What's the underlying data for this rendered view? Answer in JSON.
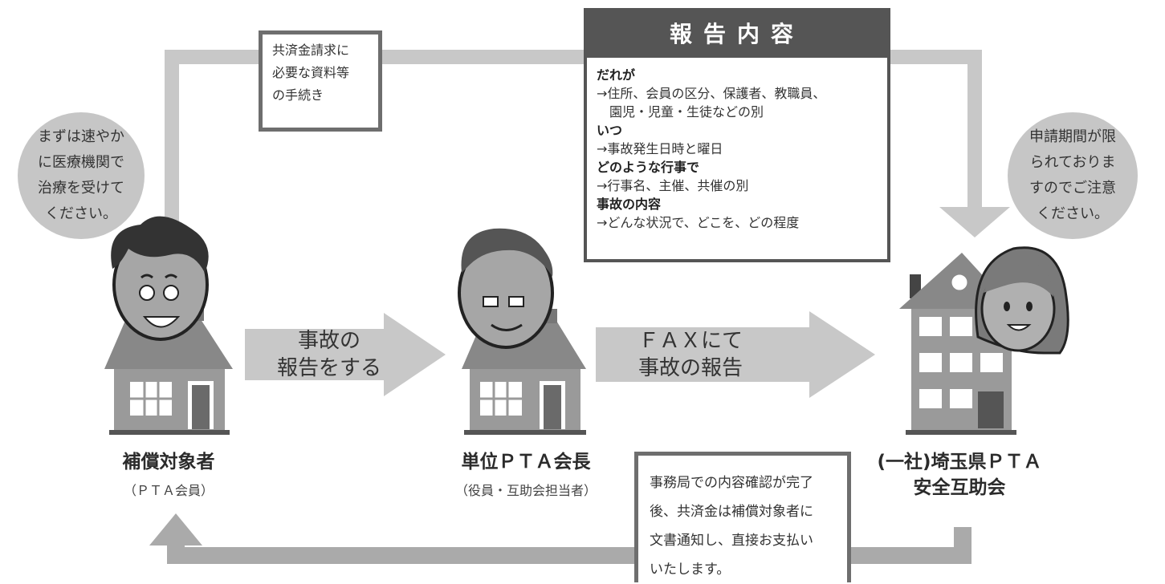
{
  "bubbles": {
    "left": "まずは速やか\nに医療機関で\n治療を受けて\nください。",
    "right": "申請期間が限\nられておりま\nすのでご注意\nください。"
  },
  "notes": {
    "top": "共済金請求に\n必要な資料等\nの手続き",
    "bottom": "事務局での内容確認が完了\n後、共済金は補償対象者に\n文書通知し、直接お支払い\nいたします。"
  },
  "report": {
    "title": "報告内容",
    "items": [
      {
        "heading": "だれが",
        "detail": "→住所、会員の区分、保護者、教職員、\n　園児・児童・生徒などの別"
      },
      {
        "heading": "いつ",
        "detail": "→事故発生日時と曜日"
      },
      {
        "heading": "どのような行事で",
        "detail": "→行事名、主催、共催の別"
      },
      {
        "heading": "事故の内容",
        "detail": "→どんな状況で、どこを、どの程度"
      }
    ]
  },
  "arrows": {
    "first": "事故の\n報告をする",
    "second": "ＦＡＸにて\n事故の報告"
  },
  "nodes": {
    "member": {
      "name": "補償対象者",
      "sub": "（ＰＴＡ会員）"
    },
    "chair": {
      "name": "単位ＰＴＡ会長",
      "sub": "（役員・互助会担当者）"
    },
    "association": {
      "name": "(一社)埼玉県ＰＴＡ\n安全互助会"
    }
  },
  "colors": {
    "arrow": "#c8c8c8",
    "dark": "#555555",
    "bubble": "#c6c6c6",
    "house": "#8a8a8a"
  }
}
